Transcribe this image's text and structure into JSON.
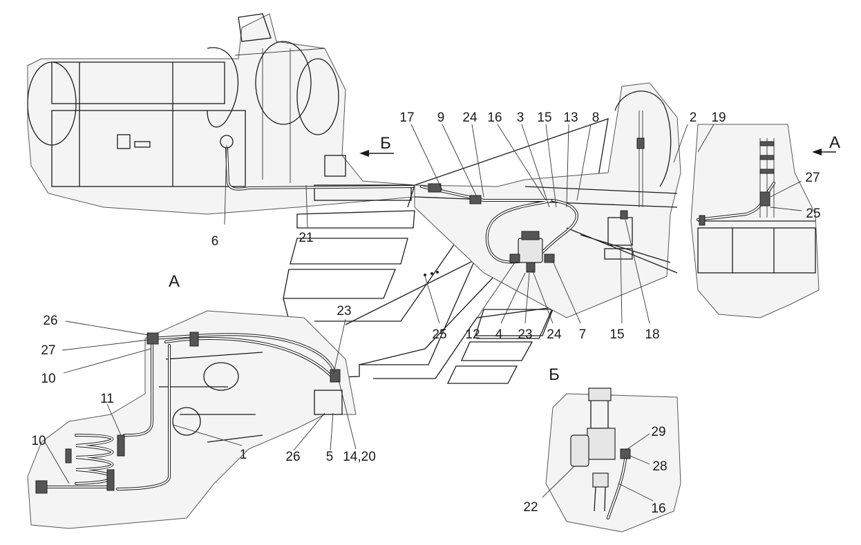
{
  "callouts": [
    "1",
    "2",
    "3",
    "4",
    "5",
    "6",
    "7",
    "8",
    "9",
    "10",
    "10",
    "11",
    "12",
    "13",
    "14,20",
    "15",
    "15",
    "16",
    "16",
    "17",
    "18",
    "19",
    "21",
    "22",
    "23",
    "23",
    "24",
    "24",
    "25",
    "25",
    "26",
    "26",
    "27",
    "27",
    "28",
    "29"
  ],
  "views": {
    "section_b_arrow": "Б",
    "section_a_arrow": "А",
    "view_a_caption": "А",
    "view_b_caption": "Б"
  },
  "colors": {
    "line": "#1a1a1a",
    "background": "#ffffff",
    "fill": "#e6e6e6"
  }
}
